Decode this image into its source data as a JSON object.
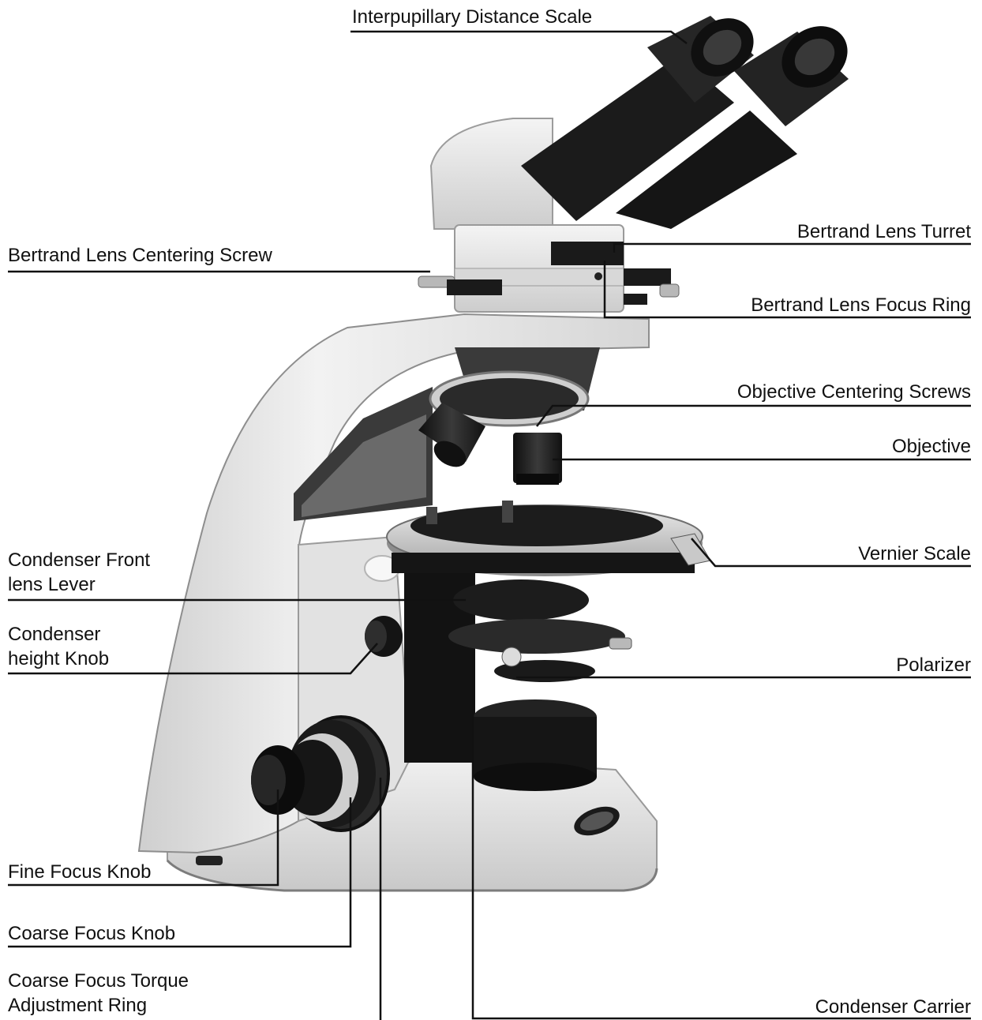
{
  "labels": {
    "interpupillary_distance_scale": "Interpupillary Distance Scale",
    "bertrand_lens_turret": "Bertrand Lens Turret",
    "bertrand_lens_centering_screw": "Bertrand Lens Centering Screw",
    "bertrand_lens_focus_ring": "Bertrand Lens Focus Ring",
    "objective_centering_screws": "Objective Centering Screws",
    "objective": "Objective",
    "vernier_scale": "Vernier Scale",
    "condenser_front_lens_lever_line1": "Condenser Front",
    "condenser_front_lens_lever_line2": "lens Lever",
    "condenser_height_knob_line1": "Condenser",
    "condenser_height_knob_line2": "height Knob",
    "polarizer": "Polarizer",
    "fine_focus_knob": "Fine Focus Knob",
    "coarse_focus_knob": "Coarse Focus Knob",
    "coarse_focus_torque_line1": "Coarse Focus Torque",
    "coarse_focus_torque_line2": "Adjustment Ring",
    "condenser_carrier": "Condenser Carrier"
  },
  "colors": {
    "leader_line": "#111111",
    "body_white": "#ececec",
    "body_shadow": "#bdbdbd",
    "black_part": "#1a1a1a"
  }
}
